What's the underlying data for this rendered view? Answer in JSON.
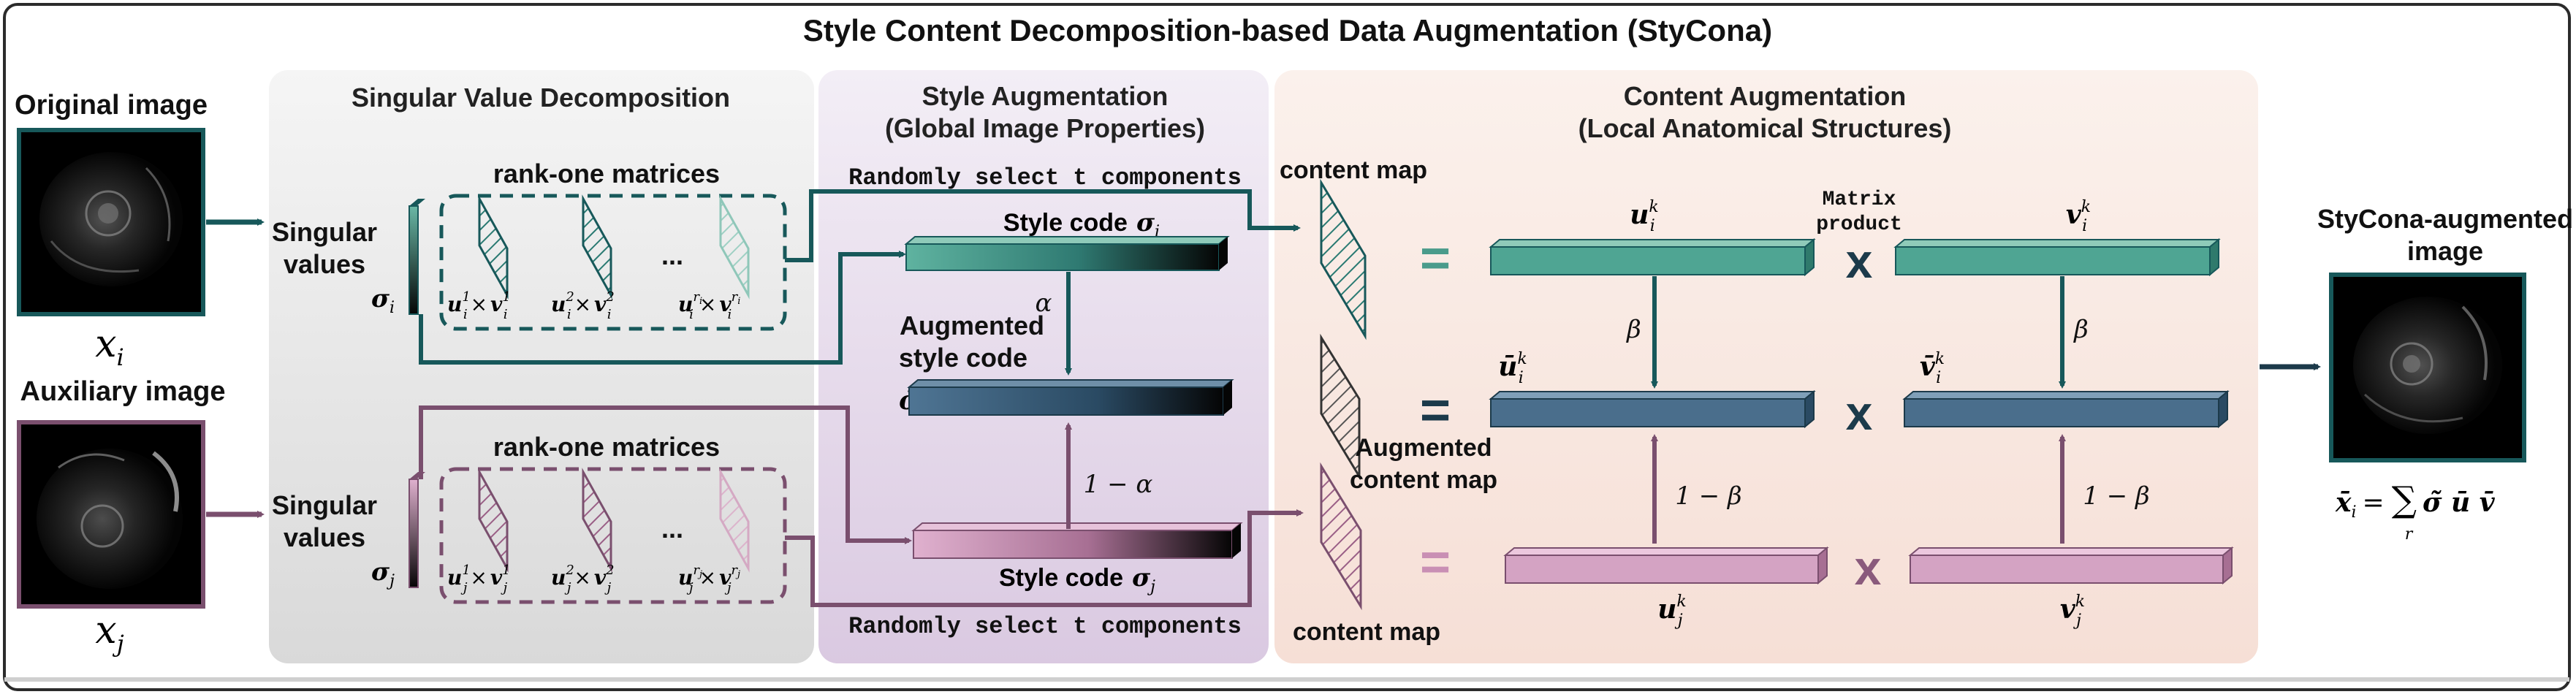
{
  "title": "Style Content Decomposition-based Data Augmentation (StyCona)",
  "colors": {
    "teal": "#4a9b8b",
    "teal_dark": "#17585a",
    "plum": "#7a4f6e",
    "pink": "#c98fb4",
    "slate": "#3d6282",
    "navy": "#1c3a4a"
  },
  "left": {
    "original_label": "Original image",
    "original_var": "x",
    "original_sub": "i",
    "auxiliary_label": "Auxiliary image",
    "auxiliary_var": "x",
    "auxiliary_sub": "j"
  },
  "svd": {
    "title": "Singular Value Decomposition",
    "rank_one_top": "rank-one matrices",
    "rank_one_bottom": "rank-one matrices",
    "singular_top_1": "Singular",
    "singular_top_2": "values",
    "sigma_top_sym": "σ",
    "sigma_top_sub": "i",
    "singular_bot_1": "Singular",
    "singular_bot_2": "values",
    "sigma_bot_sym": "σ",
    "sigma_bot_sub": "j",
    "dots": "...",
    "terms_top": [
      {
        "u": "u",
        "sub": "i",
        "sup": "1",
        "times": "×",
        "v": "v",
        "vsub": "i",
        "vsup": "1"
      },
      {
        "u": "u",
        "sub": "i",
        "sup": "2",
        "times": "×",
        "v": "v",
        "vsub": "i",
        "vsup": "2"
      },
      {
        "u": "u",
        "sub": "i",
        "sup": "r",
        "supsub": "i",
        "times": "×",
        "v": "v",
        "vsub": "i",
        "vsup": "r",
        "vsupsub": "i"
      }
    ],
    "terms_bottom": [
      {
        "u": "u",
        "sub": "j",
        "sup": "1",
        "times": "×",
        "v": "v",
        "vsub": "j",
        "vsup": "1"
      },
      {
        "u": "u",
        "sub": "j",
        "sup": "2",
        "times": "×",
        "v": "v",
        "vsub": "j",
        "vsup": "2"
      },
      {
        "u": "u",
        "sub": "j",
        "sup": "r",
        "supsub": "j",
        "times": "×",
        "v": "v",
        "vsub": "j",
        "vsup": "r",
        "vsupsub": "j"
      }
    ]
  },
  "style": {
    "title_1": "Style Augmentation",
    "title_2": "(Global Image Properties)",
    "select_top": "Randomly select t components",
    "select_bottom": "Randomly select t components",
    "code_top_label": "Style code",
    "code_top_sym": "σ",
    "code_top_sub": "i",
    "aug_label_1": "Augmented",
    "aug_label_2": "style code",
    "aug_sym": "σ̃",
    "aug_sub": "i",
    "alpha": "α",
    "one_minus_alpha": "1 − α",
    "code_bottom_label": "Style code",
    "code_bottom_sym": "σ",
    "code_bottom_sub": "j"
  },
  "content": {
    "title_1": "Content Augmentation",
    "title_2": "(Local Anatomical Structures)",
    "content_map_top": "content map",
    "content_map_bottom": "content map",
    "aug_map_1": "Augmented",
    "aug_map_2": "content map",
    "matrix_product_1": "Matrix",
    "matrix_product_2": "product",
    "equals": "=",
    "times": "x",
    "u_top": "u",
    "u_top_sub": "i",
    "u_top_sup": "k",
    "v_top": "v",
    "v_top_sub": "i",
    "v_top_sup": "k",
    "u_mid": "ū",
    "u_mid_sub": "i",
    "u_mid_sup": "k",
    "v_mid": "v̄",
    "v_mid_sub": "i",
    "v_mid_sup": "k",
    "u_bot": "u",
    "u_bot_sub": "j",
    "u_bot_sup": "k",
    "v_bot": "v",
    "v_bot_sub": "j",
    "v_bot_sup": "k",
    "beta": "β",
    "one_minus_beta": "1 − β"
  },
  "output": {
    "label_1": "StyCona-augmented",
    "label_2": "image",
    "formula_lhs": "x̄̄",
    "formula_lhs_sub": "i",
    "formula_eq": "=",
    "formula_sum": "∑",
    "formula_sum_sub": "r",
    "formula_rhs": "σ̃ ū v̄"
  }
}
